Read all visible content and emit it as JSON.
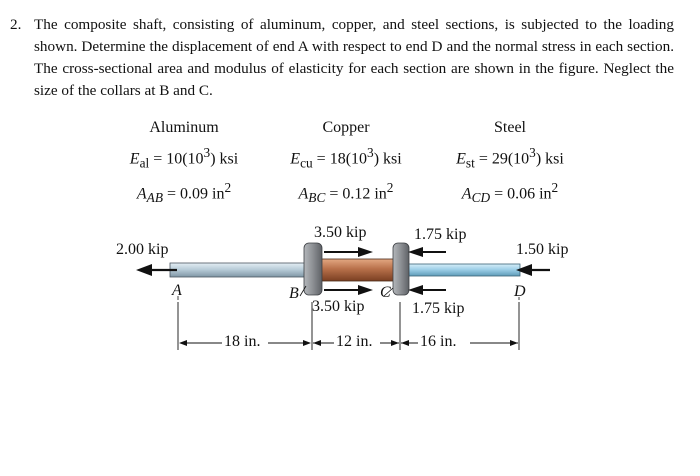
{
  "problem": {
    "number": "2.",
    "text": "The composite shaft, consisting of aluminum, copper, and steel sections, is subjected to the loading shown. Determine the displacement of end A with respect to end D and the normal stress in each section. The cross-sectional area and modulus of elasticity for each section are shown in the figure. Neglect the size of the collars at B and C."
  },
  "materials": [
    {
      "name": "Aluminum",
      "modulus_symbol": "E",
      "modulus_sub": "al",
      "modulus_value": "10(10",
      "modulus_exp": "3",
      "modulus_unit": ") ksi",
      "area_symbol": "A",
      "area_sub": "AB",
      "area_value": "= 0.09 in",
      "area_exp": "2"
    },
    {
      "name": "Copper",
      "modulus_symbol": "E",
      "modulus_sub": "cu",
      "modulus_value": "18(10",
      "modulus_exp": "3",
      "modulus_unit": ") ksi",
      "area_symbol": "A",
      "area_sub": "BC",
      "area_value": "= 0.12 in",
      "area_exp": "2"
    },
    {
      "name": "Steel",
      "modulus_symbol": "E",
      "modulus_sub": "st",
      "modulus_value": "29(10",
      "modulus_exp": "3",
      "modulus_unit": ") ksi",
      "area_symbol": "A",
      "area_sub": "CD",
      "area_value": "= 0.06 in",
      "area_exp": "2"
    }
  ],
  "loads": {
    "left_end": "2.00 kip",
    "right_end": "1.50 kip",
    "collar_b_top": "3.50 kip",
    "collar_b_bottom": "3.50 kip",
    "collar_c_top": "1.75 kip",
    "collar_c_bottom": "1.75 kip"
  },
  "points": {
    "a": "A",
    "b": "B",
    "c": "C",
    "d": "D"
  },
  "dimensions": {
    "ab": "18 in.",
    "bc": "12 in.",
    "cd": "16 in."
  },
  "colors": {
    "aluminum": "#b9cdd9",
    "copper": "#b8704a",
    "steel": "#9fd0e8",
    "collar": "#8c8f93"
  }
}
